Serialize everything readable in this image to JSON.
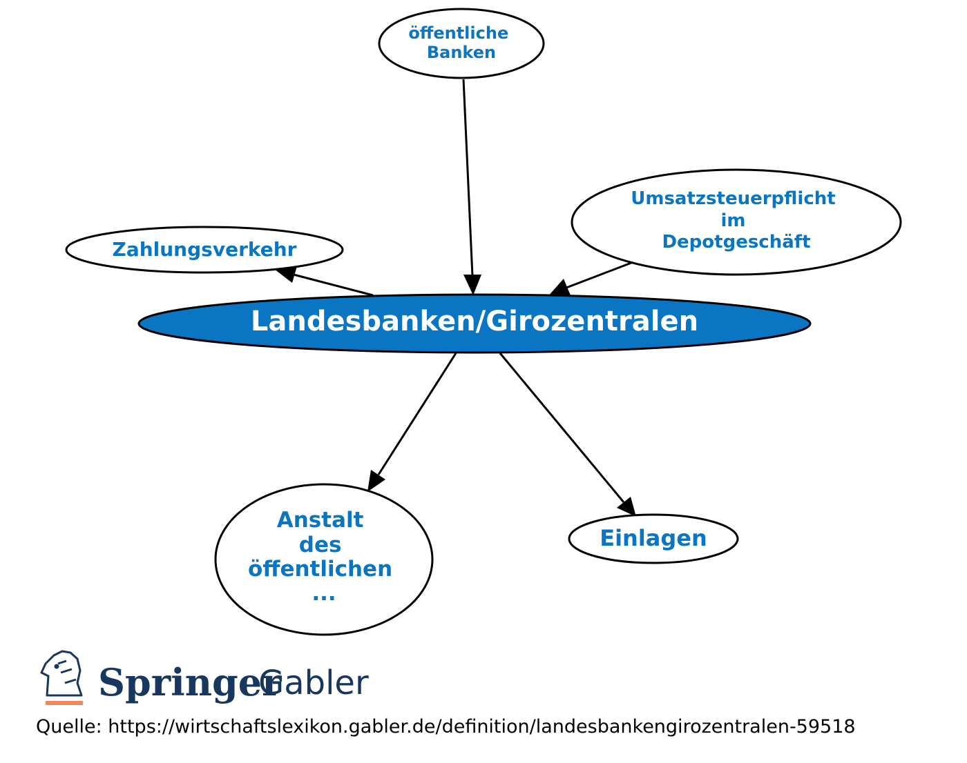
{
  "center": {
    "label": "Landesbanken/Girozentralen",
    "fill_color": "#0a75c2"
  },
  "nodes": {
    "oeffentliche_banken": [
      "öffentliche",
      "Banken"
    ],
    "umsatzsteuerpflicht": [
      "Umsatzsteuerpflicht",
      "im",
      "Depotgeschäft"
    ],
    "zahlungsverkehr": [
      "Zahlungsverkehr"
    ],
    "anstalt": [
      "Anstalt",
      "des",
      "öffentlichen",
      "..."
    ],
    "einlagen": [
      "Einlagen"
    ]
  },
  "edges": [
    {
      "from": "oeffentliche_banken",
      "to": "center"
    },
    {
      "from": "umsatzsteuerpflicht",
      "to": "center"
    },
    {
      "from": "center",
      "to": "zahlungsverkehr"
    },
    {
      "from": "center",
      "to": "anstalt"
    },
    {
      "from": "center",
      "to": "einlagen"
    }
  ],
  "label_color": "#0a75c2",
  "logo": {
    "brand_primary": "Springer",
    "brand_secondary": "Gabler",
    "brand_color": "#17375e",
    "accent_color": "#f08a5d",
    "icon": "horse-head-icon"
  },
  "source": "Quelle: https://wirtschaftslexikon.gabler.de/definition/landesbankengirozentralen-59518"
}
